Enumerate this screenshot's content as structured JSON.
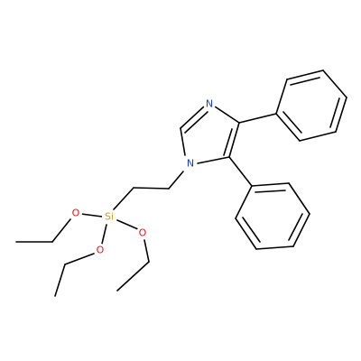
{
  "molecule": {
    "atoms": [
      {
        "id": "N_imine",
        "label": "N",
        "color": "#1a3fd6"
      },
      {
        "id": "N_ring",
        "label": "N",
        "color": "#1a3fd6"
      },
      {
        "id": "Si",
        "label": "Si",
        "color": "#c9a227"
      },
      {
        "id": "O1",
        "label": "O",
        "color": "#e01818"
      },
      {
        "id": "O2",
        "label": "O",
        "color": "#e01818"
      },
      {
        "id": "O3",
        "label": "O",
        "color": "#e01818"
      }
    ]
  }
}
